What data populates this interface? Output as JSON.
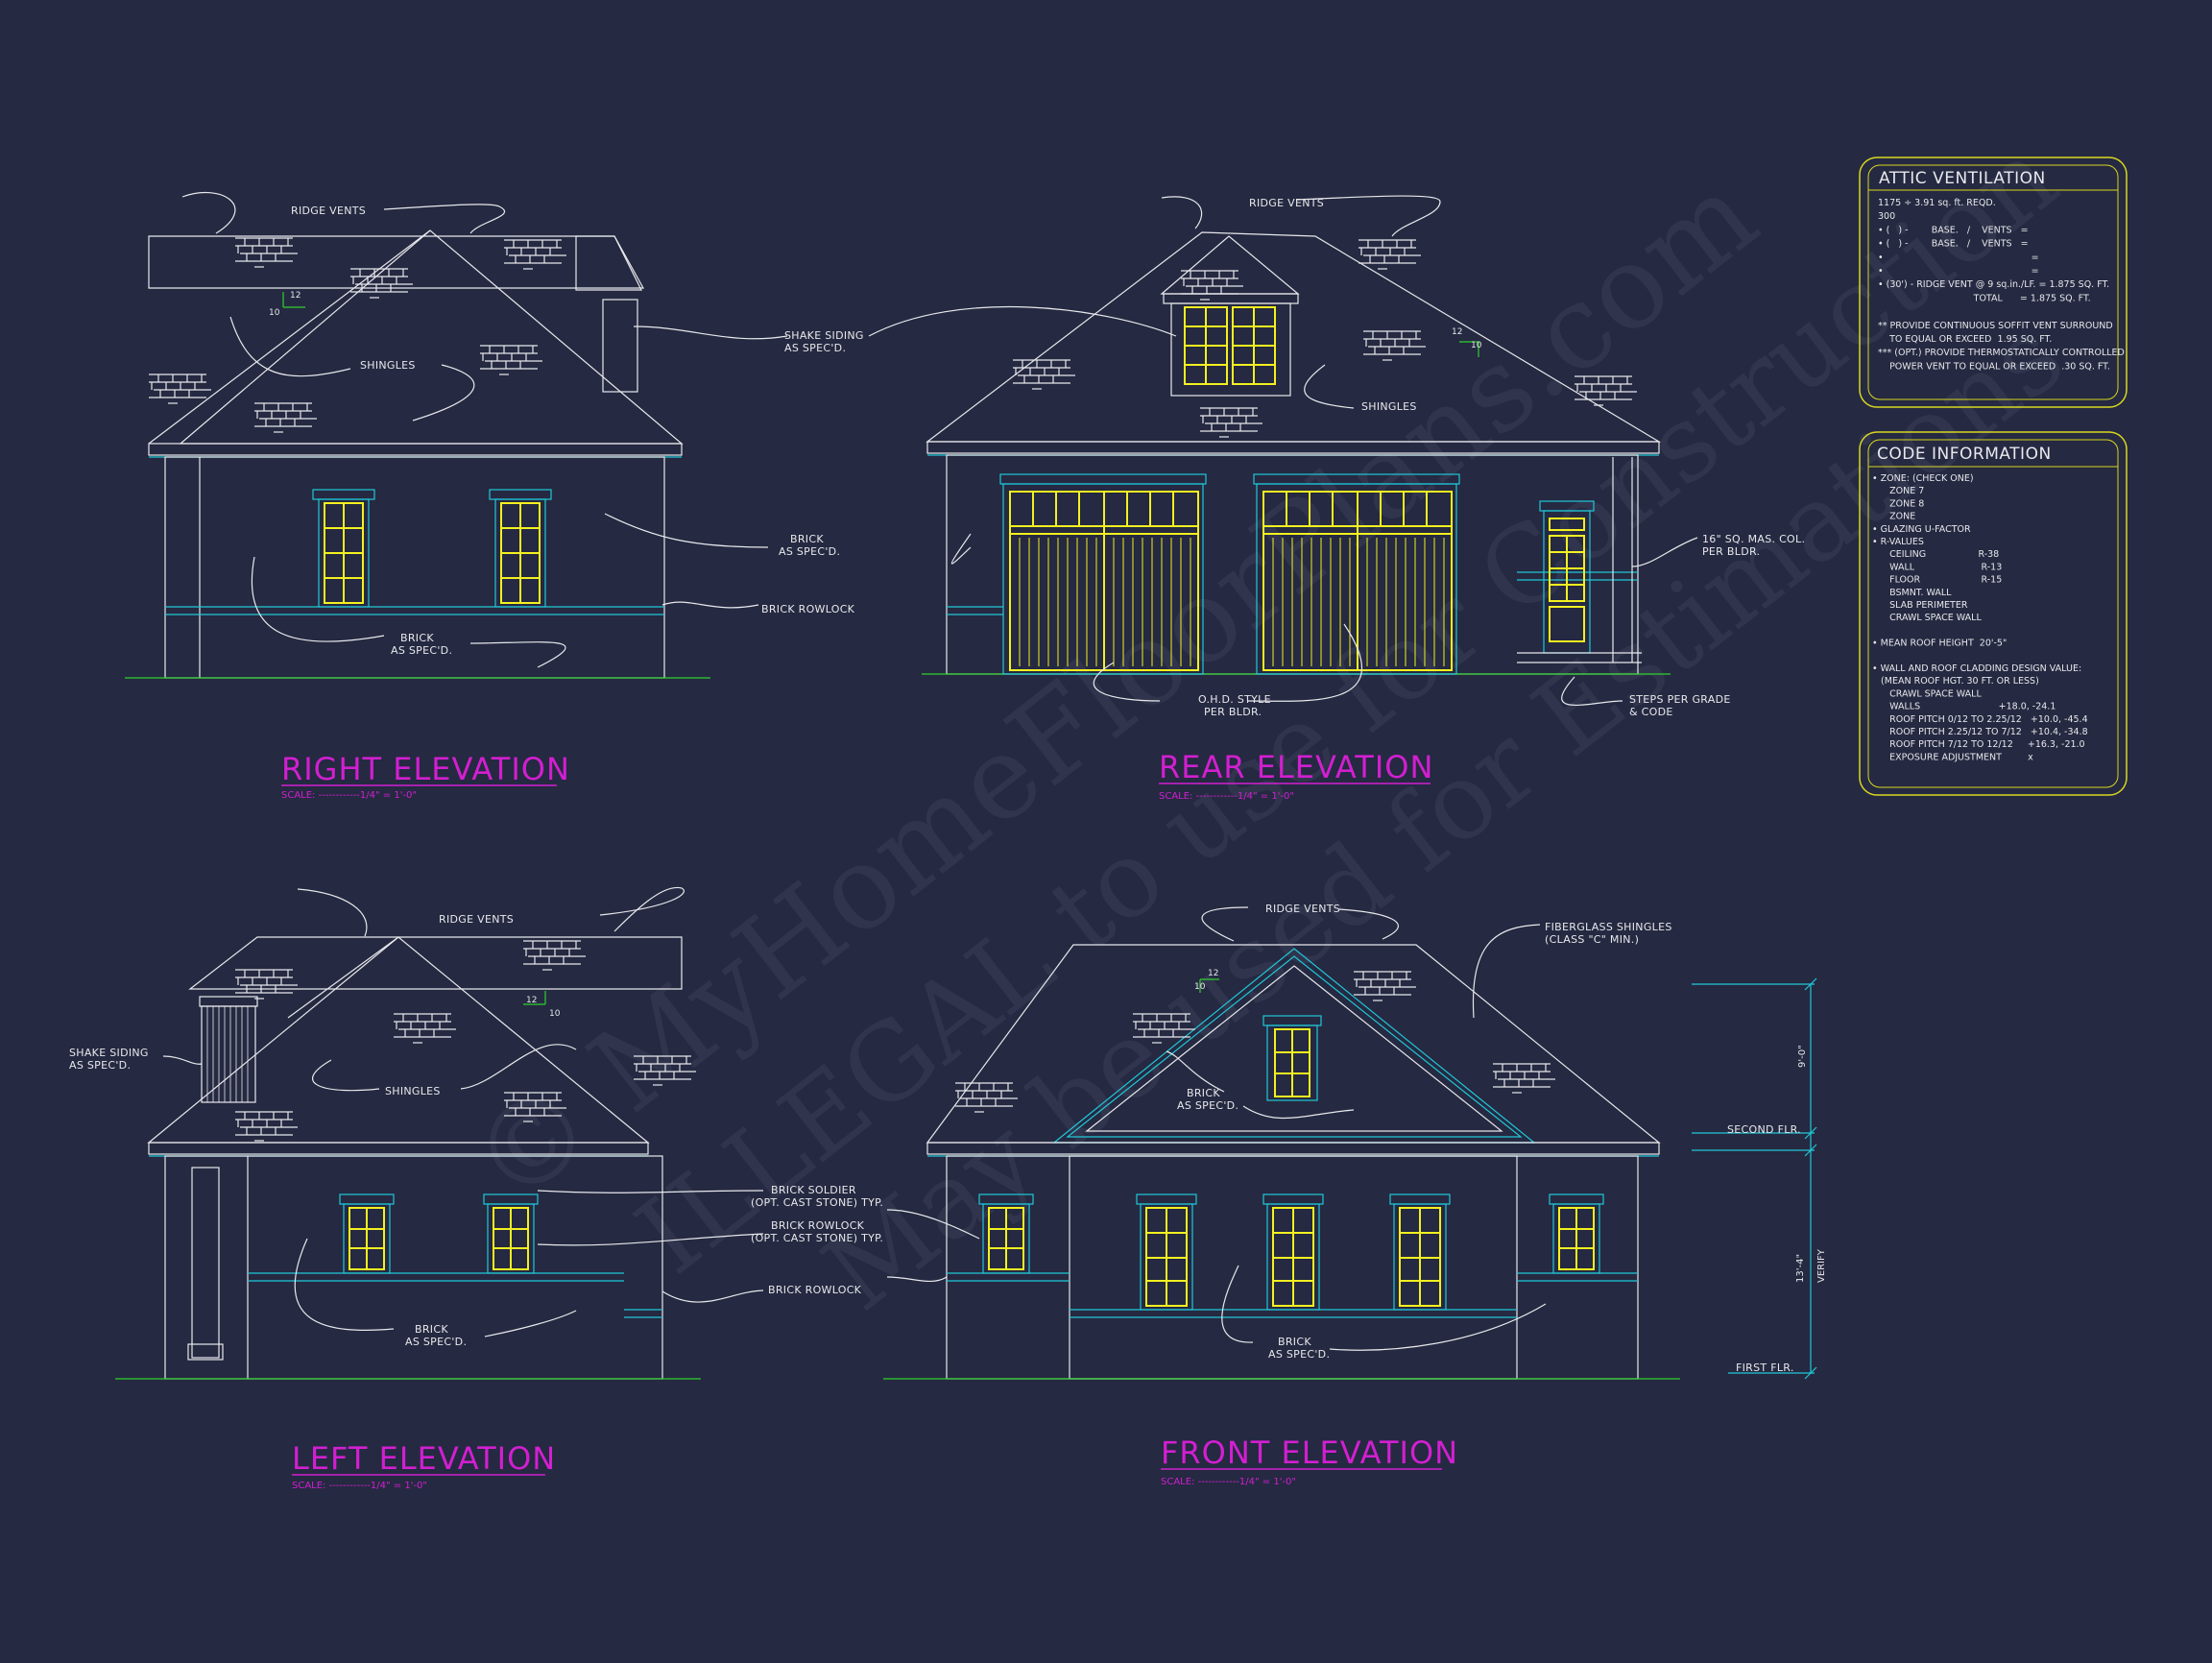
{
  "colors": {
    "background": "#252941",
    "linework": "#e8e8ec",
    "window": "#f3f020",
    "trim": "#20c8d8",
    "ground": "#2ed12e",
    "title": "#d21fd1",
    "table_border": "#d8d820"
  },
  "watermark": {
    "line1": "© MyHomeFloorPlans.com",
    "line2": "ILLEGAL to use for Construction",
    "line3": "May be used for Estimations"
  },
  "right_elevation": {
    "title": "RIGHT ELEVATION",
    "scale": "SCALE: ------------1/4\" = 1'-0\"",
    "notes": {
      "ridge_vents": "RIDGE VENTS",
      "shingles": "SHINGLES",
      "brick_asspec": [
        "BRICK",
        "AS SPEC'D."
      ],
      "brick_rowlock": "BRICK ROWLOCK",
      "brick_lower": [
        "BRICK",
        "AS SPEC'D."
      ],
      "shake_siding": [
        "SHAKE SIDING",
        "AS SPEC'D."
      ]
    },
    "pitch": {
      "a": "10",
      "b": "12"
    }
  },
  "rear_elevation": {
    "title": "REAR ELEVATION",
    "scale": "SCALE: ------------1/4\" = 1'-0\"",
    "notes": {
      "ridge_vents": "RIDGE VENTS",
      "shingles": "SHINGLES",
      "mas_col": [
        "16\" SQ. MAS. COL.",
        "PER BLDR."
      ],
      "ohd": [
        "O.H.D. STYLE",
        "PER BLDR."
      ],
      "steps": [
        "STEPS PER GRADE",
        "& CODE"
      ]
    },
    "pitch": {
      "a": "10",
      "b": "12"
    }
  },
  "left_elevation": {
    "title": "LEFT ELEVATION",
    "scale": "SCALE: ------------1/4\" = 1'-0\"",
    "notes": {
      "ridge_vents": "RIDGE VENTS",
      "shake_siding": [
        "SHAKE SIDING",
        "AS SPEC'D."
      ],
      "shingles": "SHINGLES",
      "brick_soldier": [
        "BRICK SOLDIER",
        "(OPT. CAST STONE) TYP."
      ],
      "brick_rowlock_opt": [
        "BRICK ROWLOCK",
        "(OPT. CAST STONE) TYP."
      ],
      "brick_rowlock": "BRICK ROWLOCK",
      "brick": [
        "BRICK",
        "AS SPEC'D."
      ]
    },
    "pitch": {
      "a": "12",
      "b": "10"
    }
  },
  "front_elevation": {
    "title": "FRONT ELEVATION",
    "scale": "SCALE: ------------1/4\" = 1'-0\"",
    "notes": {
      "ridge_vents": "RIDGE VENTS",
      "fiberglass": [
        "FIBERGLASS SHINGLES",
        "(CLASS \"C\" MIN.)"
      ],
      "brick_gable": [
        "BRICK",
        "AS SPEC'D."
      ],
      "brick_lower": [
        "BRICK",
        "AS SPEC'D."
      ],
      "second_flr": "SECOND FLR.",
      "first_flr": "FIRST FLR.",
      "dim_upper": "9'-0\"",
      "dim_lower": [
        "13'-4\"",
        "VERIFY"
      ]
    },
    "pitch": {
      "a": "10",
      "b": "12"
    }
  },
  "attic_ventilation": {
    "title": "ATTIC VENTILATION",
    "lines": [
      "1175 ÷ 3.91 sq. ft. REQD.",
      "300",
      "• (   ) -        BASE.   /    VENTS   =",
      "• (   ) -        BASE.   /    VENTS   =",
      "•                                                   =",
      "•                                                   =",
      "• (30') - RIDGE VENT @ 9 sq.in./LF. = 1.875 SQ. FT.",
      "                                 TOTAL      = 1.875 SQ. FT.",
      "",
      "** PROVIDE CONTINUOUS SOFFIT VENT SURROUND",
      "    TO EQUAL OR EXCEED  1.95 SQ. FT.",
      "*** (OPT.) PROVIDE THERMOSTATICALLY CONTROLLED",
      "    POWER VENT TO EQUAL OR EXCEED  .30 SQ. FT."
    ]
  },
  "code_information": {
    "title": "CODE INFORMATION",
    "lines": [
      "• ZONE: (CHECK ONE)",
      "      ZONE 7",
      "      ZONE 8",
      "      ZONE",
      "• GLAZING U-FACTOR",
      "• R-VALUES",
      "      CEILING                  R-38",
      "      WALL                       R-13",
      "      FLOOR                     R-15",
      "      BSMNT. WALL",
      "      SLAB PERIMETER",
      "      CRAWL SPACE WALL",
      "",
      "• MEAN ROOF HEIGHT  20'-5\"",
      "",
      "• WALL AND ROOF CLADDING DESIGN VALUE:",
      "   (MEAN ROOF HGT. 30 FT. OR LESS)",
      "      CRAWL SPACE WALL",
      "      WALLS                           +18.0, -24.1",
      "      ROOF PITCH 0/12 TO 2.25/12   +10.0, -45.4",
      "      ROOF PITCH 2.25/12 TO 7/12   +10.4, -34.8",
      "      ROOF PITCH 7/12 TO 12/12     +16.3, -21.0",
      "      EXPOSURE ADJUSTMENT         x"
    ]
  }
}
